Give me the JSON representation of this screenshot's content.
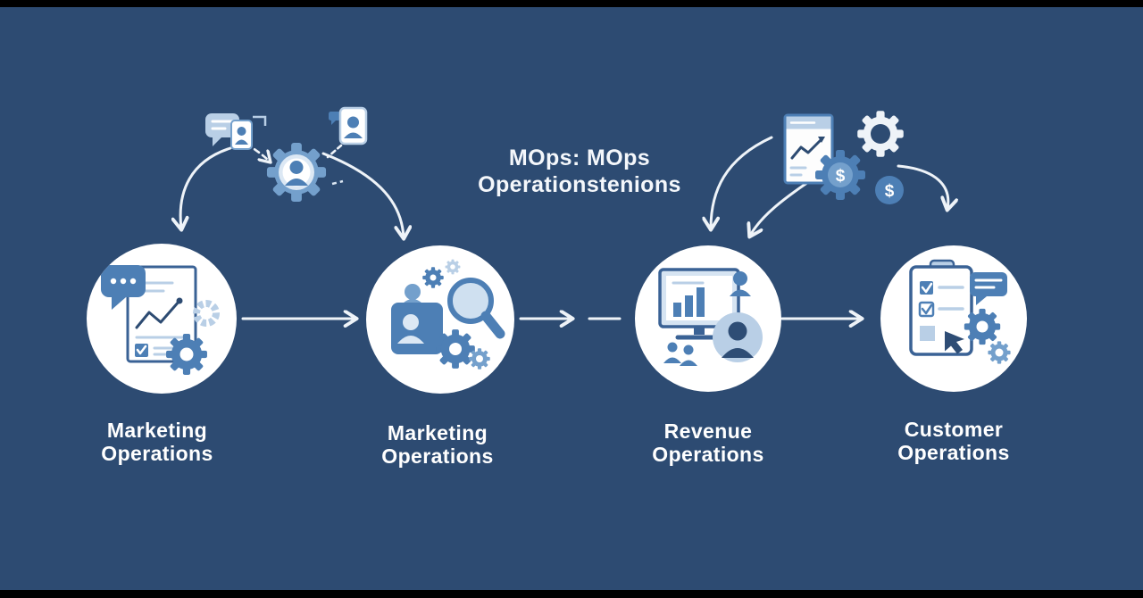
{
  "title": {
    "line1": "MOps: MOps",
    "line2": "Operationstenions"
  },
  "nodes": [
    {
      "label_line1": "Marketing",
      "label_line2": "Operations",
      "icon": "marketing-document-chat-gears-icon"
    },
    {
      "label_line1": "Marketing",
      "label_line2": "Operations",
      "icon": "marketing-gears-magnifier-team-icon"
    },
    {
      "label_line1": "Revenue",
      "label_line2": "Operations",
      "icon": "revenue-dashboard-people-icon"
    },
    {
      "label_line1": "Customer",
      "label_line2": "Operations",
      "icon": "customer-checklist-gears-chat-icon"
    }
  ],
  "decorations": {
    "dollar_symbol": "$",
    "left_icon_names": [
      "chat-bubble-card-icon",
      "gear-person-icon",
      "person-card-icon"
    ],
    "right_icon_names": [
      "report-document-icon",
      "gear-outline-icon",
      "dollar-gear-icon",
      "dollar-coin-icon"
    ]
  },
  "colors": {
    "background": "#2d4b72",
    "edge_bars": "#000000",
    "circle_fill": "#ffffff",
    "icon_blue": "#4d7fb5",
    "icon_blue_light": "#74a0cc",
    "icon_pale_blue": "#b9cfe6",
    "icon_pale": "#dce8f4",
    "icon_dark": "#2e4d75",
    "arrow": "#eef3f8",
    "text": "#ffffff"
  }
}
